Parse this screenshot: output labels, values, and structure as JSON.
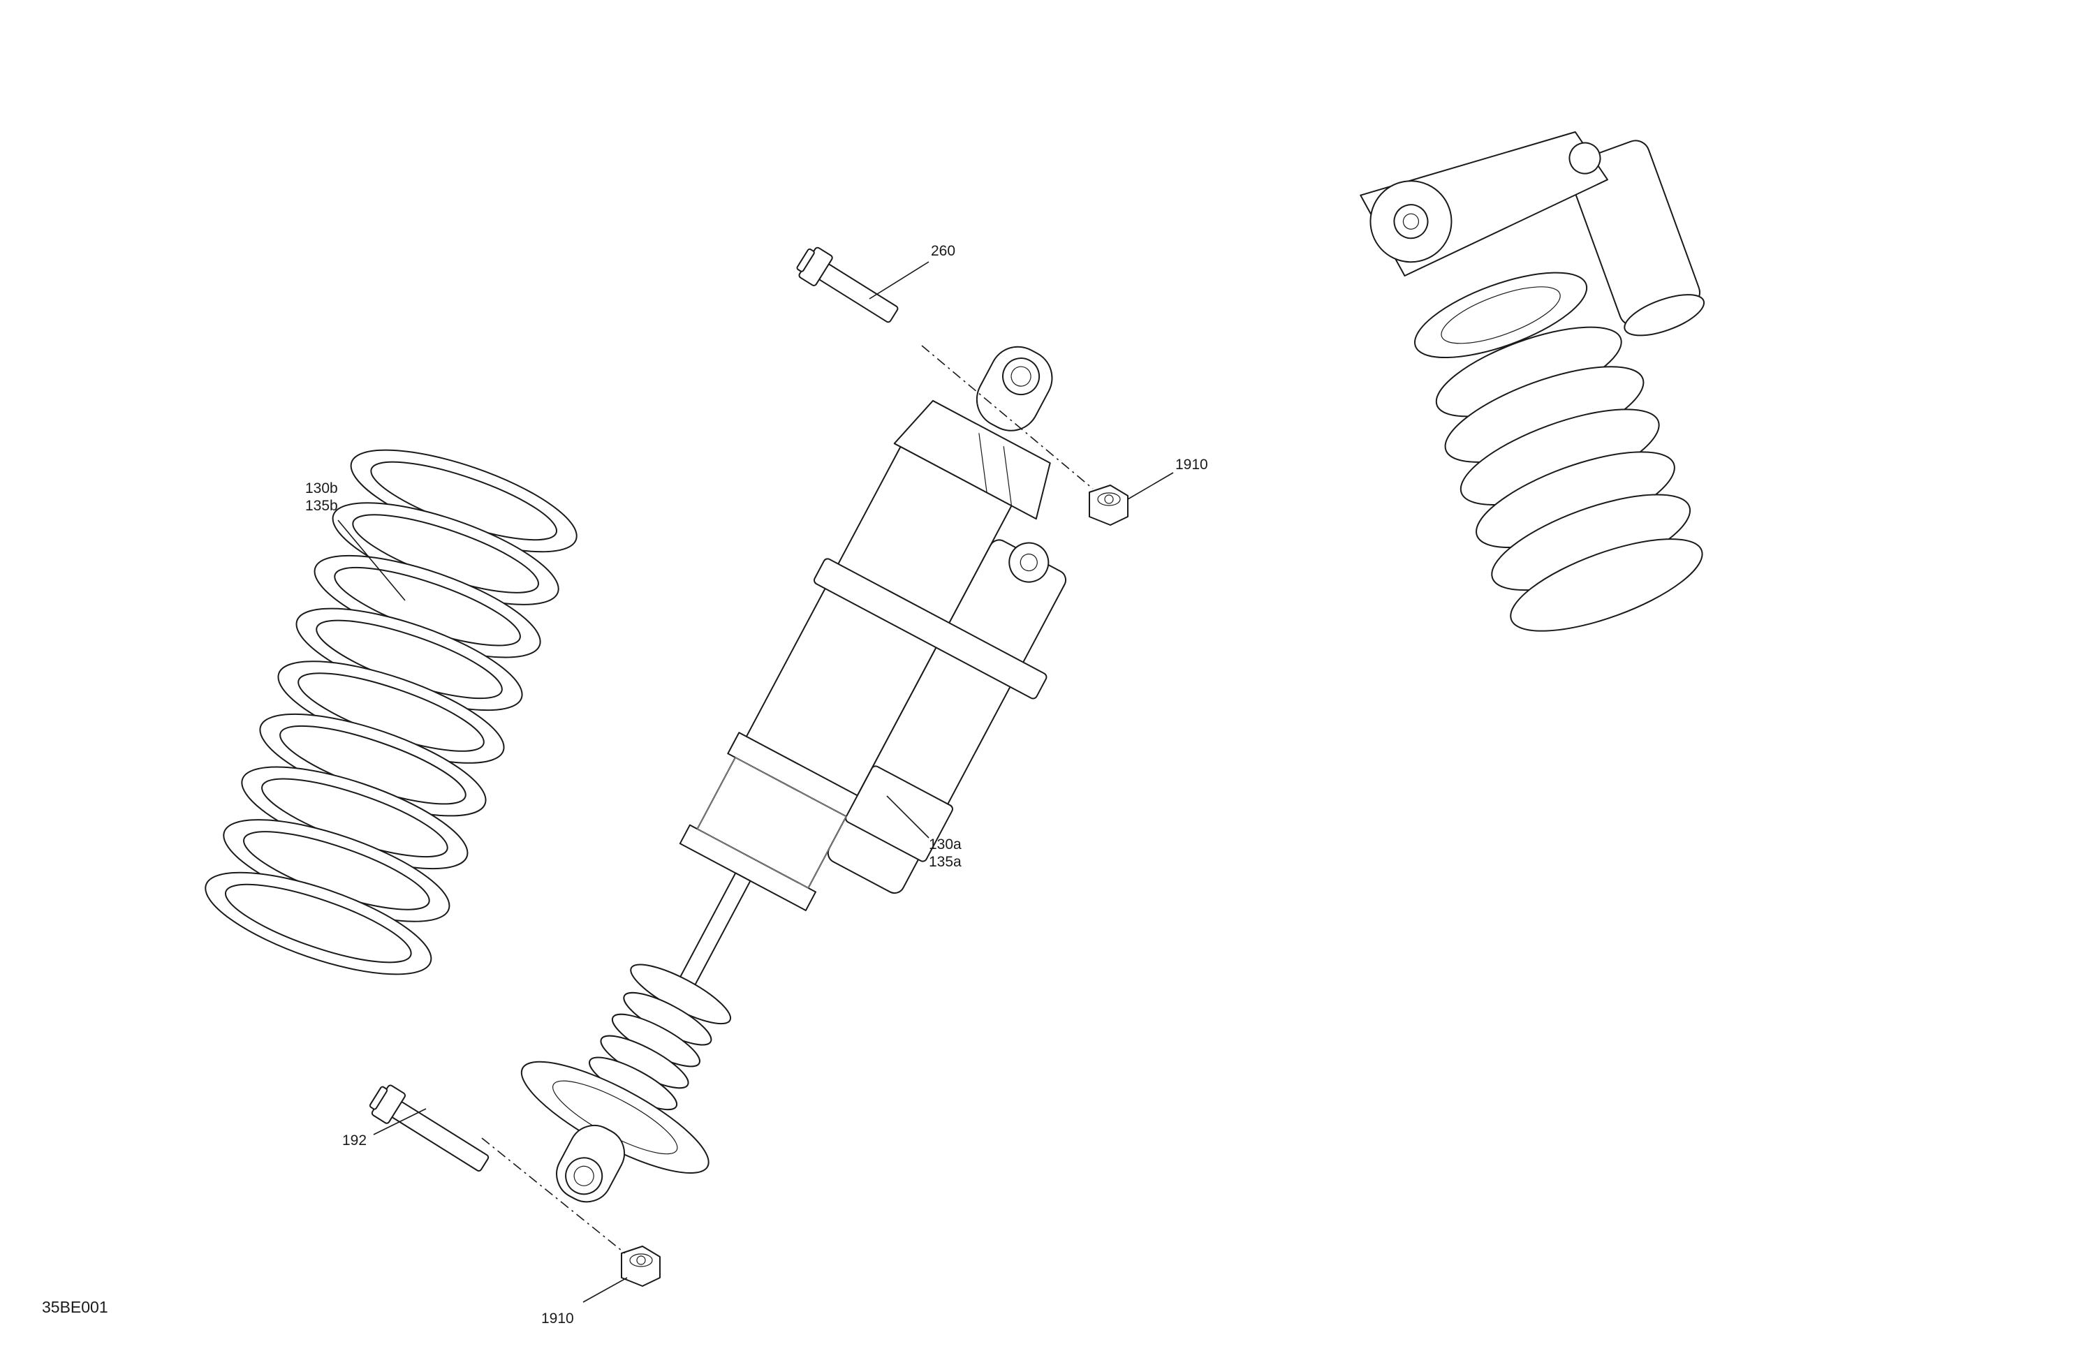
{
  "figure_reference": "35BE001",
  "callouts": {
    "bolt_top": "260",
    "nut_top": "1910",
    "spring_line1": "130b",
    "spring_line2": "135b",
    "shock_line1": "130a",
    "shock_line2": "135a",
    "bolt_bottom": "192",
    "nut_bottom": "1910"
  }
}
